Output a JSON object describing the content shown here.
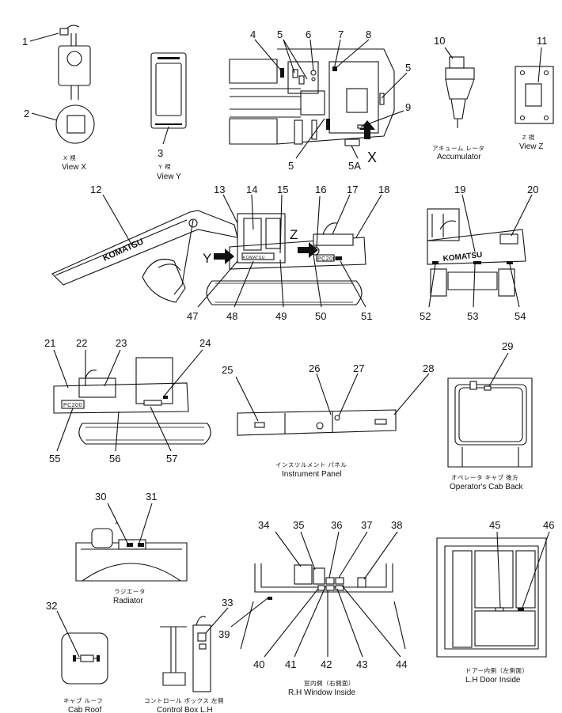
{
  "views": {
    "x": {
      "jp": "X 視",
      "en": "View X"
    },
    "y": {
      "jp": "Y 視",
      "en": "View Y"
    },
    "z": {
      "jp": "Z 視",
      "en": "View Z"
    },
    "accumulator": {
      "jp": "アキューム レータ",
      "en": "Accumulator"
    },
    "instrument_panel": {
      "jp": "インスツルメント パネル",
      "en": "Instrument Panel"
    },
    "operator_cab_back": {
      "jp": "オペレータ キャブ 後方",
      "en": "Operator's Cab Back"
    },
    "radiator": {
      "jp": "ラジエータ",
      "en": "Radiator"
    },
    "cab_roof": {
      "jp": "キャブ ルーフ",
      "en": "Cab Roof"
    },
    "control_box": {
      "jp": "コントロール ボックス 左側",
      "en": "Control Box L.H"
    },
    "rh_window": {
      "jp": "窓内側（右側面）",
      "en": "R.H Window Inside"
    },
    "lh_door": {
      "jp": "ドアー内側（左側面）",
      "en": "L.H Door Inside"
    }
  },
  "markers": {
    "arrow_x": "X",
    "arrow_y": "Y",
    "arrow_z": "Z"
  },
  "branding": {
    "boom_text": "KOMATSU",
    "rear_text": "KOMATSU",
    "model_small": "KOMATSU",
    "model": "PC200"
  },
  "callouts": {
    "n1": "1",
    "n2": "2",
    "n3": "3",
    "n4": "4",
    "n5a": "5",
    "n5b": "5",
    "n5c": "5",
    "n5A": "5A",
    "n6": "6",
    "n7": "7",
    "n8": "8",
    "n9": "9",
    "n10": "10",
    "n11": "11",
    "n12": "12",
    "n13": "13",
    "n14": "14",
    "n15": "15",
    "n16": "16",
    "n17": "17",
    "n18": "18",
    "n19": "19",
    "n20": "20",
    "n21": "21",
    "n22": "22",
    "n23": "23",
    "n24": "24",
    "n25": "25",
    "n26": "26",
    "n27": "27",
    "n28": "28",
    "n29": "29",
    "n30": "30",
    "n31": "31",
    "n32": "32",
    "n33": "33",
    "n34": "34",
    "n35": "35",
    "n36": "36",
    "n37": "37",
    "n38": "38",
    "n39": "39",
    "n40": "40",
    "n41": "41",
    "n42": "42",
    "n43": "43",
    "n44": "44",
    "n45": "45",
    "n46": "46",
    "n47": "47",
    "n48": "48",
    "n49": "49",
    "n50": "50",
    "n51": "51",
    "n52": "52",
    "n53": "53",
    "n54": "54",
    "n55": "55",
    "n56": "56",
    "n57": "57"
  }
}
